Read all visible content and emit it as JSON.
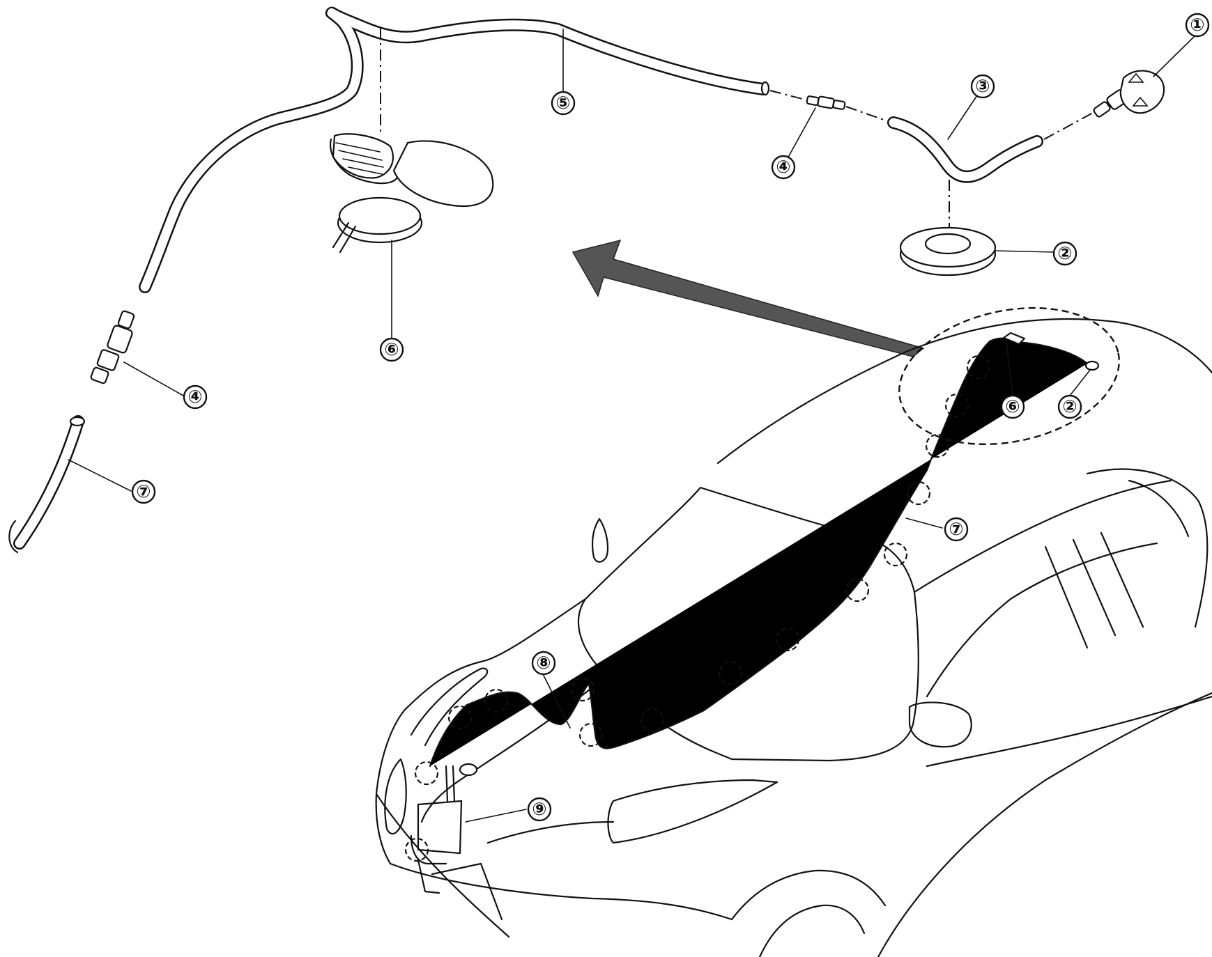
{
  "callouts": [
    {
      "id": "c1",
      "label": "①"
    },
    {
      "id": "c2a",
      "label": "②"
    },
    {
      "id": "c3",
      "label": "③"
    },
    {
      "id": "c4a",
      "label": "④"
    },
    {
      "id": "c5",
      "label": "⑤"
    },
    {
      "id": "c6a",
      "label": "⑥"
    },
    {
      "id": "c4b",
      "label": "④"
    },
    {
      "id": "c7a",
      "label": "⑦"
    },
    {
      "id": "c6b",
      "label": "⑥"
    },
    {
      "id": "c2b",
      "label": "②"
    },
    {
      "id": "c7b",
      "label": "⑦"
    },
    {
      "id": "c8",
      "label": "⑧"
    },
    {
      "id": "c9",
      "label": "⑨"
    }
  ]
}
